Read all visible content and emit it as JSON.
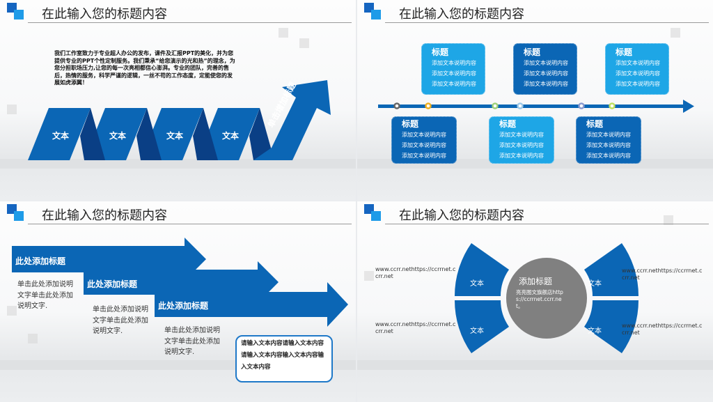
{
  "slides": [
    {
      "title": "在此输入您的标题内容",
      "paragraph": "我们工作室致力于专业超人办公的发布，课件及汇报PPT的美化，并为您提供专业的PPT个性定制服务。我们秉承“给您演示的光和热”的理念，为您分担职场压力,让您的每一次亮相都信心澎湃。专业的团队，完善的售后，热情的服务，科学严谨的逻辑，一丝不苟的工作态度，定能使您的发展如虎添翼！",
      "steps": [
        "文本",
        "文本",
        "文本",
        "文本"
      ],
      "arrow_label": "单击增加标题"
    },
    {
      "title": "在此输入您的标题内容",
      "boxes": [
        {
          "title": "标题",
          "lines": [
            "添加文本说明内容",
            "添加文本说明内容",
            "添加文本说明内容"
          ]
        },
        {
          "title": "标题",
          "lines": [
            "添加文本说明内容",
            "添加文本说明内容",
            "添加文本说明内容"
          ]
        },
        {
          "title": "标题",
          "lines": [
            "添加文本说明内容",
            "添加文本说明内容",
            "添加文本说明内容"
          ]
        },
        {
          "title": "标题",
          "lines": [
            "添加文本说明内容",
            "添加文本说明内容",
            "添加文本说明内容"
          ]
        },
        {
          "title": "标题",
          "lines": [
            "添加文本说明内容",
            "添加文本说明内容",
            "添加文本说明内容"
          ]
        },
        {
          "title": "标题",
          "lines": [
            "添加文本说明内容",
            "添加文本说明内容",
            "添加文本说明内容"
          ]
        }
      ]
    },
    {
      "title": "在此输入您的标题内容",
      "arrows": [
        {
          "label": "此处添加标题",
          "desc": "单击此处添加说明文字单击此处添加说明文字."
        },
        {
          "label": "此处添加标题",
          "desc": "单击此处添加说明文字单击此处添加说明文字."
        },
        {
          "label": "此处添加标题",
          "desc": "单击此处添加说明文字单击此处添加说明文字."
        }
      ],
      "note": "请输入文本内容请输入文本内容请输入文本内容输入文本内容输入文本内容"
    },
    {
      "title": "在此输入您的标题内容",
      "center_title": "添加标题",
      "center_text": "亮亮图文旗舰店https://ccrrnet.ccrr.net。",
      "wedges": [
        "文本",
        "文本",
        "文本",
        "文本"
      ],
      "urls": [
        "www.ccrr.nethttps://ccrrnet.ccrr.net",
        "www.ccrr.nethttps://ccrrnet.ccrr.net",
        "www.ccrr.nethttps://ccrrnet.ccrr.net",
        "www.ccrr.nethttps://ccrrnet.ccrr.net"
      ]
    }
  ],
  "colors": {
    "blue": "#0b66b5",
    "light_blue": "#1ea6e6",
    "gray": "#808080"
  }
}
